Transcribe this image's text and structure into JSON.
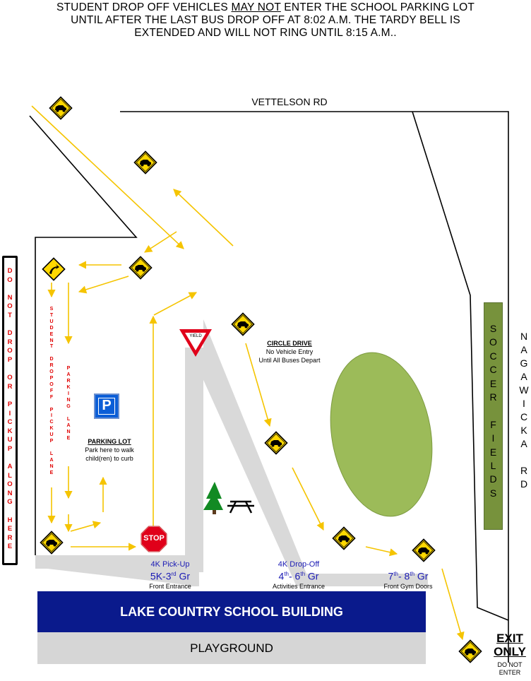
{
  "notice": {
    "line1_pre": "STUDENT DROP OFF VEHICLES ",
    "line1_em": "MAY NOT",
    "line1_post": " ENTER THE SCHOOL PARKING LOT",
    "line2": "UNTIL AFTER THE LAST BUS DROP OFF AT 8:02 A.M. THE TARDY BELL IS",
    "line3": "EXTENDED AND WILL NOT RING UNTIL 8:15 A.M.."
  },
  "roads": {
    "north": "VETTELSON RD",
    "east_letters": [
      "N",
      "A",
      "G",
      "A",
      "W",
      "I",
      "C",
      "K",
      "A",
      "",
      "R",
      "D"
    ]
  },
  "do_not_drop": {
    "letters": [
      "D",
      "O",
      "",
      "N",
      "O",
      "T",
      "",
      "D",
      "R",
      "O",
      "P",
      "",
      "O",
      "R",
      "",
      "P",
      "I",
      "C",
      "K",
      "U",
      "P",
      "",
      "A",
      "L",
      "O",
      "N",
      "G",
      "",
      "H",
      "E",
      "R",
      "E"
    ]
  },
  "student_lane": {
    "letters": [
      "S",
      "T",
      "U",
      "D",
      "E",
      "N",
      "T",
      "",
      "D",
      "R",
      "O",
      "P",
      "O",
      "F",
      "F",
      "",
      "P",
      "I",
      "C",
      "K",
      "U",
      "P",
      "",
      "L",
      "A",
      "N",
      "E"
    ]
  },
  "parking_lane": {
    "letters": [
      "P",
      "A",
      "R",
      "K",
      "I",
      "N",
      "G",
      "",
      "L",
      "A",
      "N",
      "E"
    ]
  },
  "parking_sign": {
    "symbol": "P"
  },
  "parking_lot": {
    "title": "PARKING LOT",
    "line1": "Park here to walk",
    "line2": "child(ren) to curb"
  },
  "circle_drive": {
    "title": "CIRCLE DRIVE",
    "line1": "No Vehicle Entry",
    "line2": "Until All Buses Depart"
  },
  "yield_sign": {
    "text": "YIELD"
  },
  "stop_sign": {
    "text": "STOP"
  },
  "soccer": {
    "letters": [
      "S",
      "O",
      "C",
      "C",
      "E",
      "R",
      "",
      "F",
      "I",
      "E",
      "L",
      "D",
      "S"
    ]
  },
  "dropoffs": {
    "front": {
      "line1": "4K Pick-Up",
      "grade_pre": "5K-3",
      "grade_sup": "rd",
      "grade_post": " Gr",
      "entrance": "Front Entrance"
    },
    "activities": {
      "line1": "4K Drop-Off",
      "grade_a": "4",
      "sup_a": "th",
      "grade_mid": "- 6",
      "sup_b": "th",
      "grade_post": " Gr",
      "entrance": "Activities Entrance"
    },
    "gym": {
      "grade_a": "7",
      "sup_a": "th",
      "grade_mid": "- 8",
      "sup_b": "th",
      "grade_post": " Gr",
      "entrance": "Front Gym Doors"
    }
  },
  "school": {
    "name": "LAKE COUNTRY SCHOOL BUILDING",
    "playground": "PLAYGROUND"
  },
  "exit": {
    "line1": "EXIT",
    "line2": "ONLY",
    "dne1": "DO NOT",
    "dne2": "ENTER"
  },
  "colors": {
    "arrow": "#f5c400",
    "sign": "#ffd800",
    "school": "#0a1a8c",
    "playground": "#d6d6d6",
    "walkway": "#d9d9d9",
    "field_oval": "#9cbb59",
    "soccer": "#77923c",
    "stop": "#e0001a",
    "dnd_text": "#e00000",
    "grade_text": "#1a1ab4"
  }
}
